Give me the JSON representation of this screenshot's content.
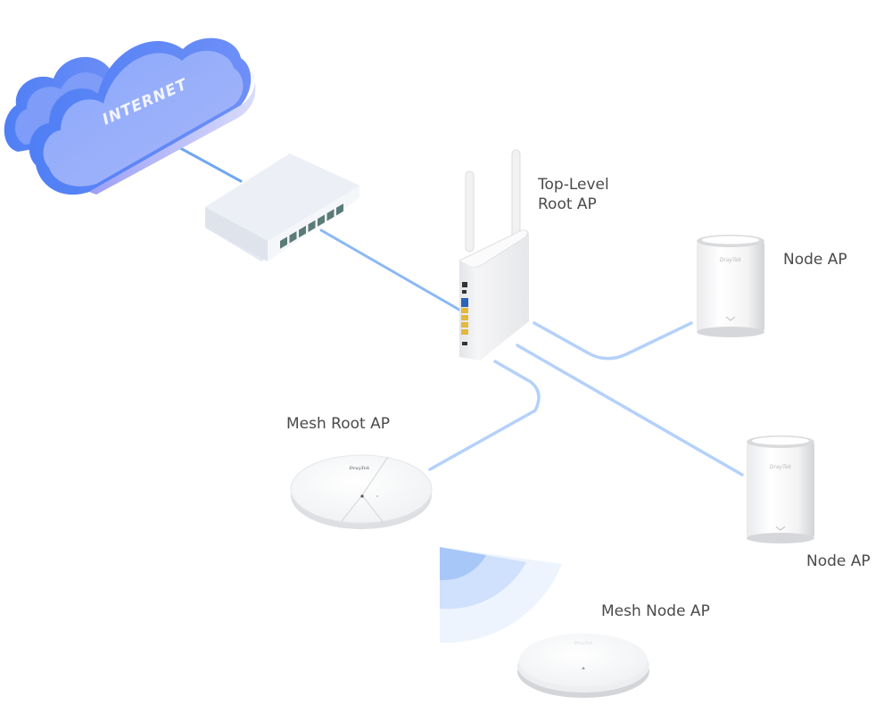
{
  "diagram": {
    "title": "Mesh network topology",
    "colors": {
      "link": "#a9caf9",
      "link_uplink": "#6fa6f4",
      "cloud": "#6f93f7",
      "device": "#f4f5f7",
      "label": "#4a4a4a"
    },
    "nodes": {
      "internet": {
        "label": "INTERNET",
        "type": "cloud"
      },
      "switch": {
        "label": "",
        "type": "switch",
        "ports": 7
      },
      "top_root": {
        "label_line1": "Top-Level",
        "label_line2": "Root AP",
        "type": "router",
        "brand": ""
      },
      "node_ap_1": {
        "label": "Node AP",
        "type": "node-ap",
        "brand": "DrayTek"
      },
      "node_ap_2": {
        "label": "Node AP",
        "type": "node-ap",
        "brand": "DrayTek"
      },
      "mesh_root": {
        "label": "Mesh Root AP",
        "type": "ceiling-ap",
        "brand": "DrayTek"
      },
      "mesh_node": {
        "label": "Mesh Node AP",
        "type": "ceiling-ap",
        "brand": "DrayTek"
      }
    },
    "links": [
      {
        "from": "internet",
        "to": "switch",
        "kind": "wired"
      },
      {
        "from": "switch",
        "to": "top_root",
        "kind": "wired"
      },
      {
        "from": "top_root",
        "to": "node_ap_1",
        "kind": "wired"
      },
      {
        "from": "top_root",
        "to": "node_ap_2",
        "kind": "wired"
      },
      {
        "from": "top_root",
        "to": "mesh_root",
        "kind": "wired"
      },
      {
        "from": "mesh_root",
        "to": "mesh_node",
        "kind": "wireless"
      }
    ]
  }
}
